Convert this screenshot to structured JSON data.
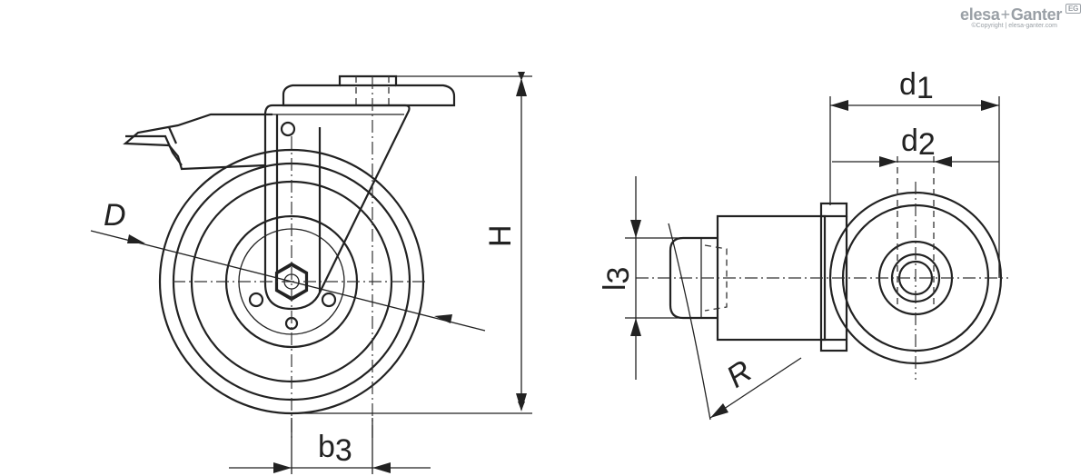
{
  "logo": {
    "brand_left": "elesa",
    "brand_plus": "+",
    "brand_right": "Ganter",
    "badge": "EG",
    "copyright": "©Copyright | elesa-ganter.com"
  },
  "labels": {
    "D": "D",
    "H": "H",
    "b3_main": "b",
    "b3_sub": "3",
    "d1_main": "d",
    "d1_sub": "1",
    "d2_main": "d",
    "d2_sub": "2",
    "l3_main": "l",
    "l3_sub": "3",
    "R": "R"
  }
}
